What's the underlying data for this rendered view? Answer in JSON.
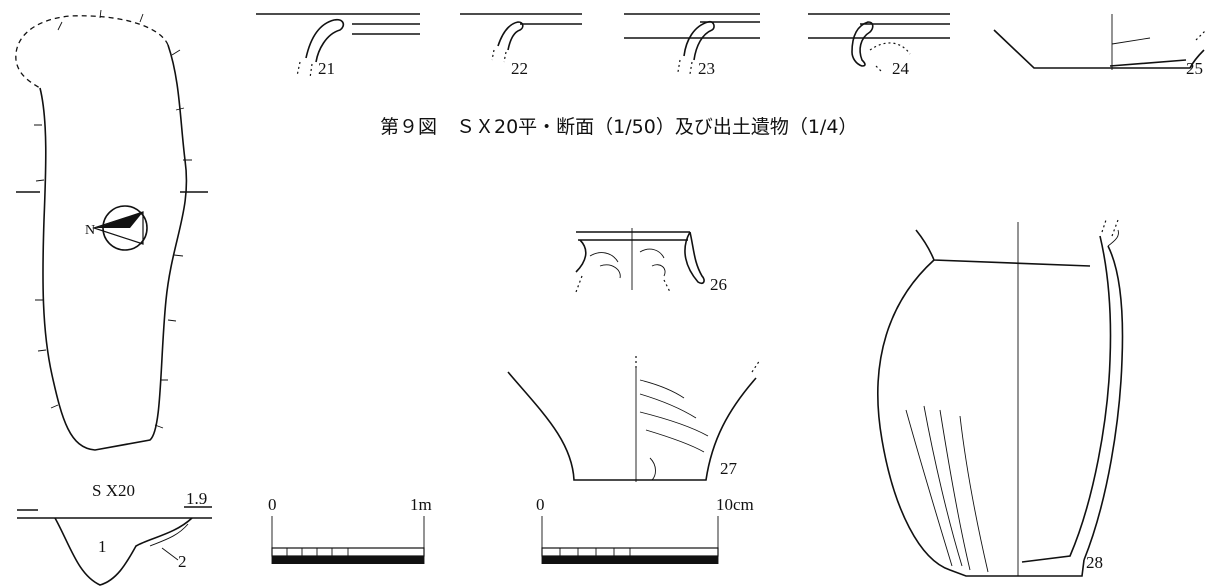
{
  "caption": "第９図　ＳＸ20平・断面（1/50）及び出土遺物（1/4）",
  "feature": {
    "name": "S X20",
    "elevation": "1.9",
    "layers": [
      "1",
      "2"
    ]
  },
  "artifacts": [
    "21",
    "22",
    "23",
    "24",
    "25",
    "26",
    "27",
    "28"
  ],
  "scales": {
    "plan": {
      "start": "0",
      "end": "1m"
    },
    "artifacts": {
      "start": "0",
      "end": "10cm"
    }
  },
  "north_symbol": "N",
  "colors": {
    "ink": "#111111",
    "paper": "#ffffff"
  }
}
